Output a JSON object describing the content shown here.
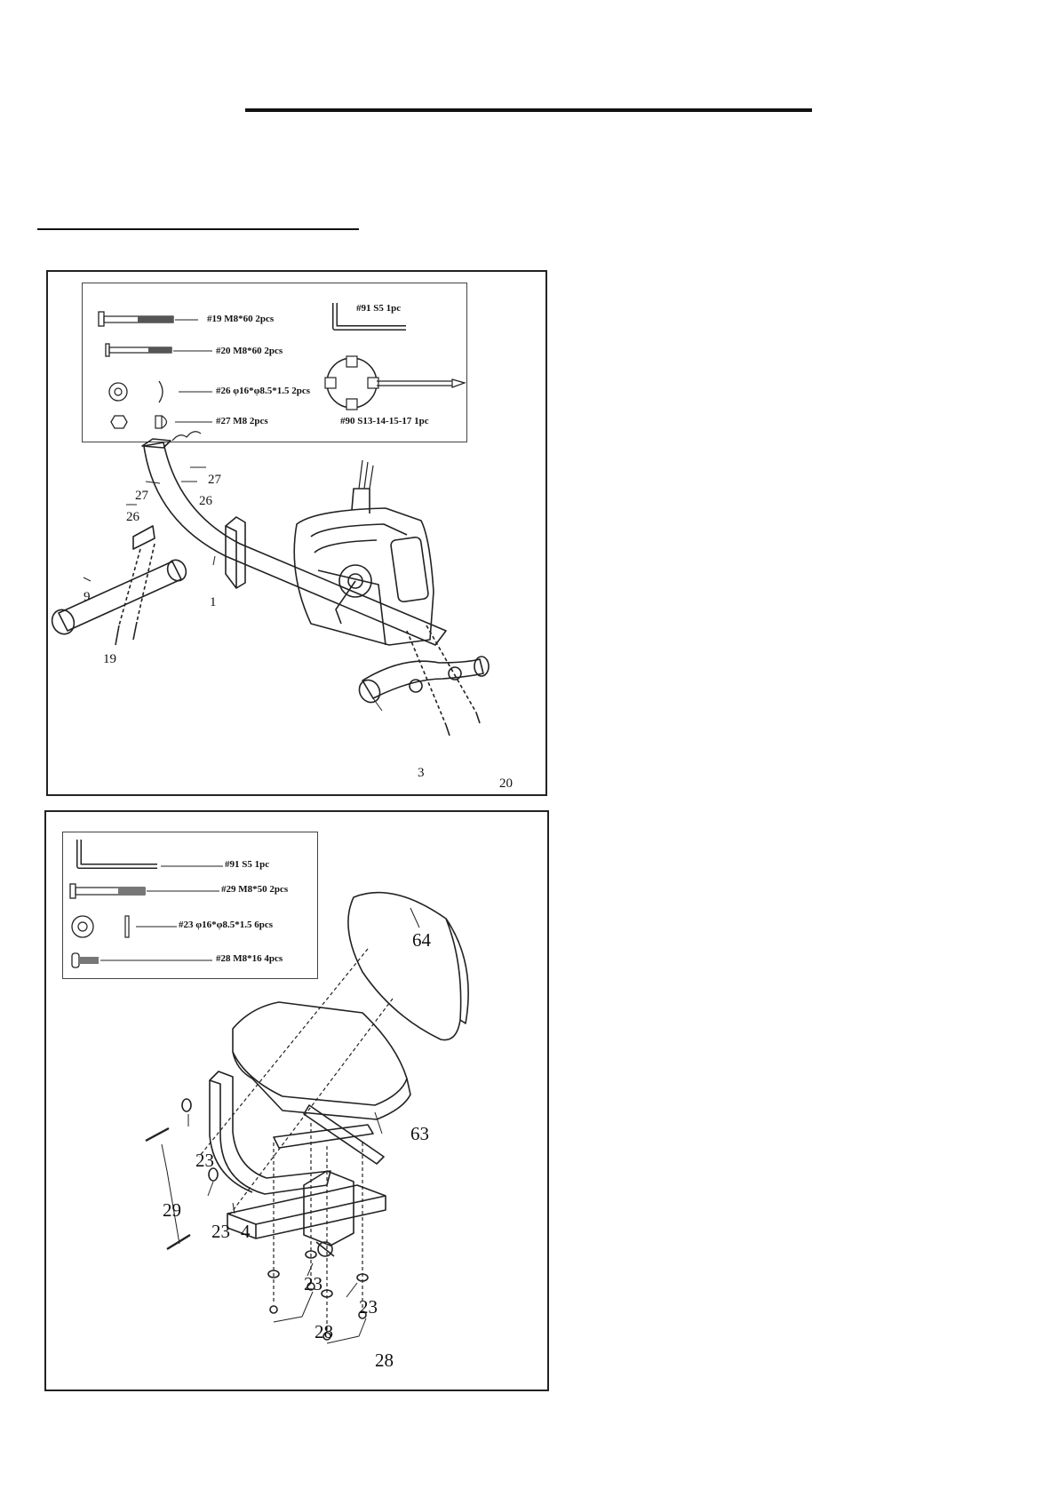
{
  "panel1": {
    "hardware": {
      "item19": "#19 M8*60 2pcs",
      "item20": "#20 M8*60 2pcs",
      "item26": "#26 φ16*φ8.5*1.5 2pcs",
      "item27": "#27 M8 2pcs",
      "item91": "#91 S5 1pc",
      "item90": "#90 S13-14-15-17 1pc"
    },
    "callouts": {
      "c27a": "27",
      "c27b": "27",
      "c26a": "26",
      "c26b": "26",
      "c9": "9",
      "c1": "1",
      "c19": "19",
      "c3": "3",
      "c20": "20"
    }
  },
  "panel2": {
    "hardware": {
      "item91": "#91 S5 1pc",
      "item29": "#29 M8*50 2pcs",
      "item23": "#23 φ16*φ8.5*1.5 6pcs",
      "item28": "#28 M8*16 4pcs"
    },
    "callouts": {
      "c64": "64",
      "c63": "63",
      "c23a": "23",
      "c29": "29",
      "c23b": "23",
      "c4": "4",
      "c23c": "23",
      "c23d": "23",
      "c28a": "28",
      "c28b": "28"
    }
  }
}
